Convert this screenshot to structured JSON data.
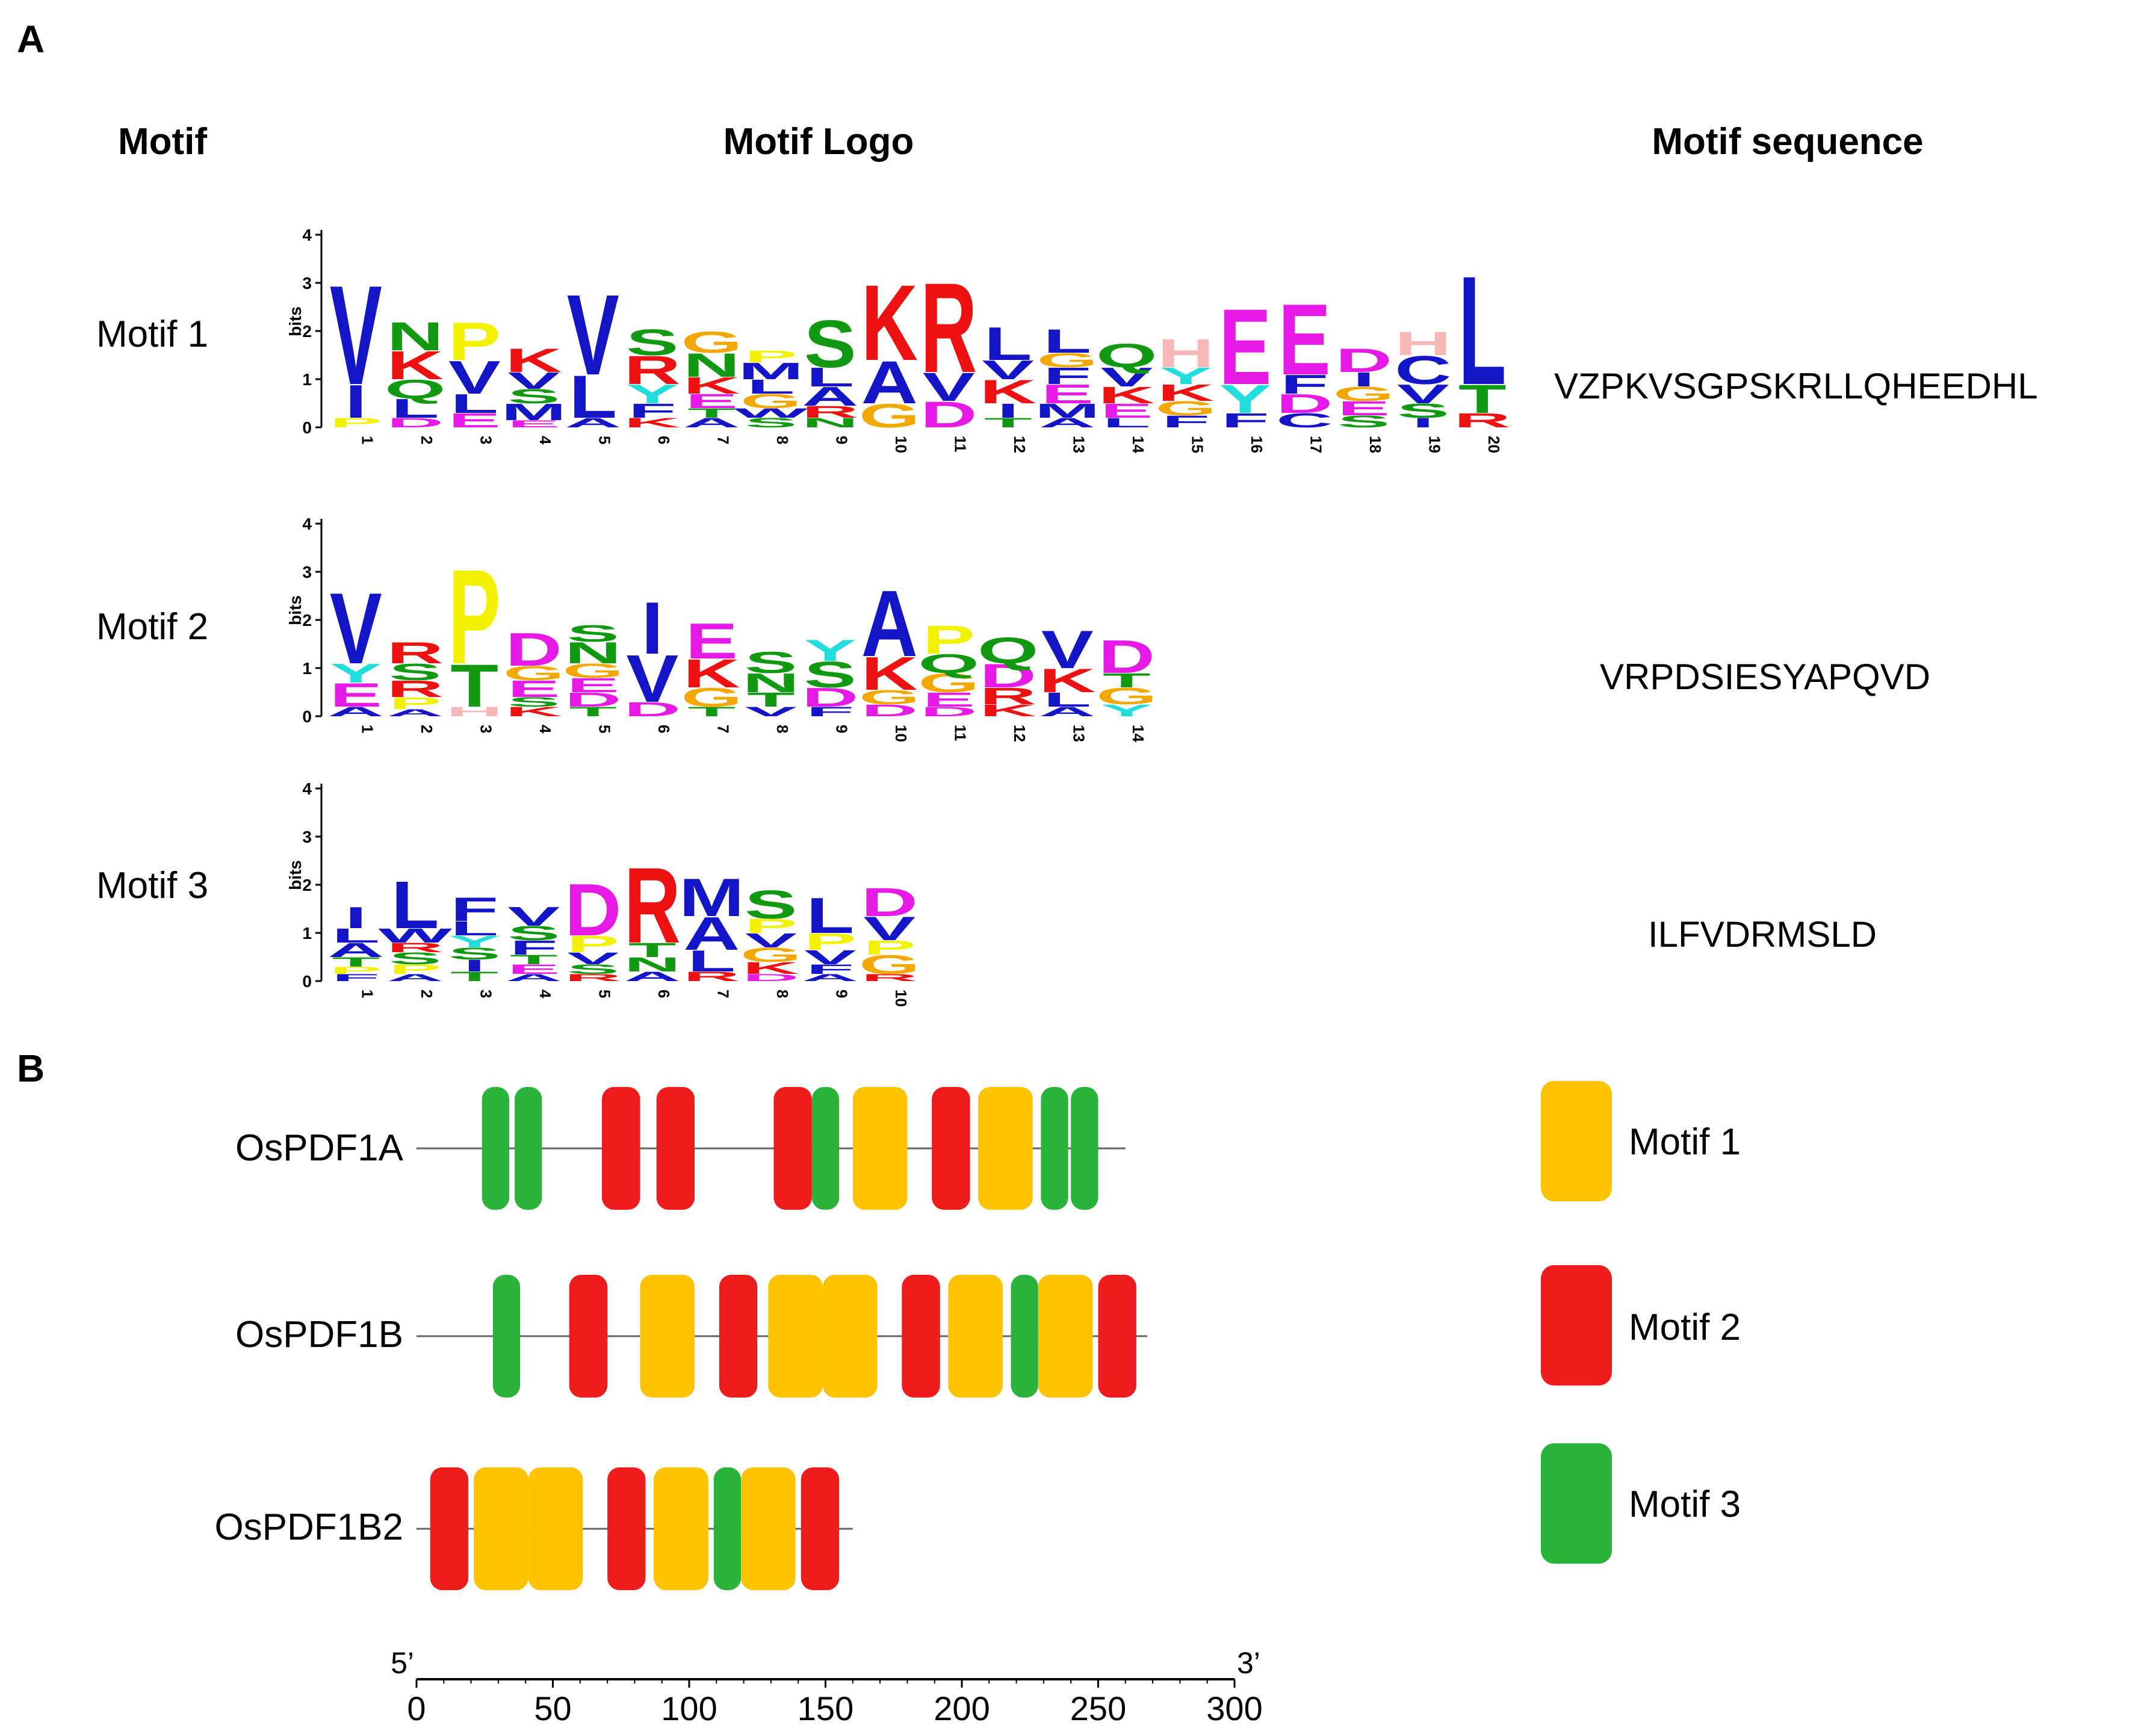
{
  "panel_a_label": "A",
  "panel_b_label": "B",
  "headers": {
    "motif": "Motif",
    "logo": "Motif Logo",
    "sequence": "Motif sequence"
  },
  "logo_axis": {
    "ylabel": "bits",
    "yticks": [
      "0",
      "1",
      "2",
      "3",
      "4"
    ]
  },
  "motifs": [
    {
      "name": "Motif 1",
      "sequence": "VZPKVSGPSKRLLQHEEDHL",
      "positions": [
        "1",
        "2",
        "3",
        "4",
        "5",
        "6",
        "7",
        "8",
        "9",
        "10",
        "11",
        "12",
        "13",
        "14",
        "15",
        "16",
        "17",
        "18",
        "19",
        "20"
      ],
      "columns": [
        [
          [
            "P",
            0.2
          ],
          [
            "I",
            0.7
          ],
          [
            "V",
            2.1
          ]
        ],
        [
          [
            "D",
            0.2
          ],
          [
            "L",
            0.4
          ],
          [
            "Q",
            0.4
          ],
          [
            "K",
            0.6
          ],
          [
            "N",
            0.6
          ]
        ],
        [
          [
            "E",
            0.3
          ],
          [
            "L",
            0.4
          ],
          [
            "V",
            0.7
          ],
          [
            "P",
            0.8
          ]
        ],
        [
          [
            "E",
            0.15
          ],
          [
            "M",
            0.35
          ],
          [
            "S",
            0.3
          ],
          [
            "V",
            0.35
          ],
          [
            "K",
            0.5
          ]
        ],
        [
          [
            "A",
            0.2
          ],
          [
            "L",
            0.9
          ],
          [
            "V",
            1.7
          ]
        ],
        [
          [
            "K",
            0.2
          ],
          [
            "F",
            0.3
          ],
          [
            "Y",
            0.4
          ],
          [
            "R",
            0.6
          ],
          [
            "S",
            0.55
          ]
        ],
        [
          [
            "A",
            0.2
          ],
          [
            "T",
            0.2
          ],
          [
            "E",
            0.3
          ],
          [
            "K",
            0.35
          ],
          [
            "N",
            0.5
          ],
          [
            "G",
            0.45
          ]
        ],
        [
          [
            "S",
            0.2
          ],
          [
            "W",
            0.2
          ],
          [
            "G",
            0.3
          ],
          [
            "L",
            0.3
          ],
          [
            "M",
            0.35
          ],
          [
            "P",
            0.25
          ]
        ],
        [
          [
            "N",
            0.2
          ],
          [
            "R",
            0.25
          ],
          [
            "A",
            0.4
          ],
          [
            "L",
            0.4
          ],
          [
            "S",
            1.0
          ]
        ],
        [
          [
            "G",
            0.5
          ],
          [
            "A",
            0.9
          ],
          [
            "K",
            1.6
          ]
        ],
        [
          [
            "D",
            0.55
          ],
          [
            "V",
            0.6
          ],
          [
            "R",
            1.9
          ]
        ],
        [
          [
            "T",
            0.2
          ],
          [
            "I",
            0.3
          ],
          [
            "K",
            0.5
          ],
          [
            "V",
            0.4
          ],
          [
            "L",
            0.7
          ]
        ],
        [
          [
            "A",
            0.2
          ],
          [
            "M",
            0.3
          ],
          [
            "E",
            0.4
          ],
          [
            "F",
            0.35
          ],
          [
            "G",
            0.3
          ],
          [
            "L",
            0.5
          ]
        ],
        [
          [
            "L",
            0.2
          ],
          [
            "E",
            0.3
          ],
          [
            "K",
            0.35
          ],
          [
            "V",
            0.4
          ],
          [
            "Q",
            0.5
          ]
        ],
        [
          [
            "F",
            0.25
          ],
          [
            "G",
            0.3
          ],
          [
            "K",
            0.35
          ],
          [
            "Y",
            0.35
          ],
          [
            "H",
            0.6
          ]
        ],
        [
          [
            "F",
            0.3
          ],
          [
            "Y",
            0.6
          ],
          [
            "E",
            1.6
          ]
        ],
        [
          [
            "C",
            0.3
          ],
          [
            "D",
            0.4
          ],
          [
            "F",
            0.4
          ],
          [
            "E",
            1.5
          ]
        ],
        [
          [
            "S",
            0.25
          ],
          [
            "E",
            0.3
          ],
          [
            "G",
            0.3
          ],
          [
            "I",
            0.3
          ],
          [
            "D",
            0.5
          ]
        ],
        [
          [
            "I",
            0.2
          ],
          [
            "S",
            0.3
          ],
          [
            "V",
            0.4
          ],
          [
            "C",
            0.6
          ],
          [
            "H",
            0.5
          ]
        ],
        [
          [
            "R",
            0.3
          ],
          [
            "T",
            0.6
          ],
          [
            "L",
            2.3
          ]
        ]
      ]
    },
    {
      "name": "Motif 2",
      "sequence": "VRPDSIESYAPQVD",
      "positions": [
        "1",
        "2",
        "3",
        "4",
        "5",
        "6",
        "7",
        "8",
        "9",
        "10",
        "11",
        "12",
        "13",
        "14"
      ],
      "columns": [
        [
          [
            "A",
            0.2
          ],
          [
            "E",
            0.5
          ],
          [
            "Y",
            0.4
          ],
          [
            "V",
            1.5
          ]
        ],
        [
          [
            "A",
            0.15
          ],
          [
            "P",
            0.25
          ],
          [
            "R",
            0.35
          ],
          [
            "S",
            0.35
          ],
          [
            "R",
            0.45
          ]
        ],
        [
          [
            "H",
            0.2
          ],
          [
            "T",
            0.9
          ],
          [
            "P",
            2.0
          ]
        ],
        [
          [
            "K",
            0.2
          ],
          [
            "S",
            0.2
          ],
          [
            "E",
            0.35
          ],
          [
            "G",
            0.3
          ],
          [
            "D",
            0.7
          ]
        ],
        [
          [
            "T",
            0.2
          ],
          [
            "D",
            0.3
          ],
          [
            "E",
            0.3
          ],
          [
            "G",
            0.3
          ],
          [
            "N",
            0.45
          ],
          [
            "S",
            0.35
          ]
        ],
        [
          [
            "D",
            0.3
          ],
          [
            "V",
            1.0
          ],
          [
            "I",
            1.1
          ]
        ],
        [
          [
            "T",
            0.2
          ],
          [
            "G",
            0.4
          ],
          [
            "K",
            0.6
          ],
          [
            "E",
            0.75
          ]
        ],
        [
          [
            "V",
            0.2
          ],
          [
            "T",
            0.3
          ],
          [
            "N",
            0.4
          ],
          [
            "S",
            0.45
          ]
        ],
        [
          [
            "F",
            0.2
          ],
          [
            "D",
            0.4
          ],
          [
            "S",
            0.55
          ],
          [
            "Y",
            0.45
          ]
        ],
        [
          [
            "D",
            0.25
          ],
          [
            "G",
            0.3
          ],
          [
            "K",
            0.7
          ],
          [
            "A",
            1.4
          ]
        ],
        [
          [
            "D",
            0.2
          ],
          [
            "E",
            0.3
          ],
          [
            "G",
            0.4
          ],
          [
            "Q",
            0.4
          ],
          [
            "P",
            0.6
          ]
        ],
        [
          [
            "K",
            0.25
          ],
          [
            "R",
            0.35
          ],
          [
            "D",
            0.5
          ],
          [
            "Q",
            0.55
          ]
        ],
        [
          [
            "A",
            0.2
          ],
          [
            "L",
            0.3
          ],
          [
            "K",
            0.5
          ],
          [
            "V",
            0.8
          ]
        ],
        [
          [
            "Y",
            0.25
          ],
          [
            "G",
            0.35
          ],
          [
            "T",
            0.3
          ],
          [
            "D",
            0.7
          ]
        ]
      ]
    },
    {
      "name": "Motif 3",
      "sequence": "ILFVDRMSLD",
      "positions": [
        "1",
        "2",
        "3",
        "4",
        "5",
        "6",
        "7",
        "8",
        "9",
        "10"
      ],
      "columns": [
        [
          [
            "F",
            0.15
          ],
          [
            "P",
            0.15
          ],
          [
            "T",
            0.2
          ],
          [
            "A",
            0.3
          ],
          [
            "L",
            0.3
          ],
          [
            "I",
            0.45
          ]
        ],
        [
          [
            "A",
            0.15
          ],
          [
            "P",
            0.2
          ],
          [
            "S",
            0.25
          ],
          [
            "R",
            0.2
          ],
          [
            "W",
            0.3
          ],
          [
            "L",
            1.0
          ]
        ],
        [
          [
            "T",
            0.2
          ],
          [
            "I",
            0.25
          ],
          [
            "S",
            0.25
          ],
          [
            "Y",
            0.25
          ],
          [
            "L",
            0.3
          ],
          [
            "F",
            0.5
          ]
        ],
        [
          [
            "A",
            0.15
          ],
          [
            "E",
            0.2
          ],
          [
            "T",
            0.2
          ],
          [
            "F",
            0.3
          ],
          [
            "S",
            0.3
          ],
          [
            "V",
            0.4
          ]
        ],
        [
          [
            "R",
            0.15
          ],
          [
            "S",
            0.2
          ],
          [
            "V",
            0.25
          ],
          [
            "P",
            0.35
          ],
          [
            "D",
            1.1
          ]
        ],
        [
          [
            "A",
            0.2
          ],
          [
            "N",
            0.3
          ],
          [
            "T",
            0.3
          ],
          [
            "R",
            1.6
          ]
        ],
        [
          [
            "R",
            0.2
          ],
          [
            "L",
            0.45
          ],
          [
            "A",
            0.7
          ],
          [
            "M",
            0.8
          ]
        ],
        [
          [
            "D",
            0.15
          ],
          [
            "K",
            0.25
          ],
          [
            "G",
            0.3
          ],
          [
            "V",
            0.3
          ],
          [
            "P",
            0.3
          ],
          [
            "S",
            0.6
          ]
        ],
        [
          [
            "A",
            0.15
          ],
          [
            "F",
            0.2
          ],
          [
            "V",
            0.3
          ],
          [
            "P",
            0.35
          ],
          [
            "L",
            0.75
          ]
        ],
        [
          [
            "R",
            0.15
          ],
          [
            "G",
            0.4
          ],
          [
            "P",
            0.3
          ],
          [
            "V",
            0.5
          ],
          [
            "D",
            0.6
          ]
        ]
      ]
    }
  ],
  "colors": {
    "residues": {
      "A": "#1515c8",
      "I": "#1515c8",
      "L": "#1515c8",
      "M": "#1515c8",
      "V": "#1515c8",
      "W": "#1515c8",
      "F": "#1515c8",
      "C": "#1515c8",
      "K": "#ee1111",
      "R": "#ee1111",
      "H": "#f7b8b8",
      "D": "#e619e6",
      "E": "#e619e6",
      "N": "#119911",
      "Q": "#119911",
      "S": "#119911",
      "T": "#119911",
      "G": "#f2a800",
      "P": "#f2f200",
      "Y": "#22dddd"
    },
    "motif_1": "#fdc300",
    "motif_2": "#ee1c1c",
    "motif_3": "#2ab33a"
  },
  "genes": [
    {
      "name": "OsPDF1A",
      "length": 260,
      "blocks": [
        {
          "motif": 3,
          "start": 24,
          "end": 33
        },
        {
          "motif": 3,
          "start": 36,
          "end": 45
        },
        {
          "motif": 2,
          "start": 68,
          "end": 81
        },
        {
          "motif": 2,
          "start": 88,
          "end": 101
        },
        {
          "motif": 2,
          "start": 131,
          "end": 144
        },
        {
          "motif": 3,
          "start": 145,
          "end": 154
        },
        {
          "motif": 1,
          "start": 160,
          "end": 179
        },
        {
          "motif": 2,
          "start": 189,
          "end": 202
        },
        {
          "motif": 1,
          "start": 206,
          "end": 225
        },
        {
          "motif": 3,
          "start": 229,
          "end": 238
        },
        {
          "motif": 3,
          "start": 240,
          "end": 249
        }
      ]
    },
    {
      "name": "OsPDF1B",
      "length": 268,
      "blocks": [
        {
          "motif": 3,
          "start": 28,
          "end": 37
        },
        {
          "motif": 2,
          "start": 56,
          "end": 69
        },
        {
          "motif": 1,
          "start": 82,
          "end": 101
        },
        {
          "motif": 2,
          "start": 111,
          "end": 124
        },
        {
          "motif": 1,
          "start": 129,
          "end": 148
        },
        {
          "motif": 1,
          "start": 149,
          "end": 168
        },
        {
          "motif": 2,
          "start": 178,
          "end": 191
        },
        {
          "motif": 1,
          "start": 195,
          "end": 214
        },
        {
          "motif": 3,
          "start": 218,
          "end": 227
        },
        {
          "motif": 1,
          "start": 228,
          "end": 247
        },
        {
          "motif": 2,
          "start": 250,
          "end": 263
        }
      ]
    },
    {
      "name": "OsPDF1B2",
      "length": 160,
      "blocks": [
        {
          "motif": 2,
          "start": 5,
          "end": 18
        },
        {
          "motif": 1,
          "start": 21,
          "end": 40
        },
        {
          "motif": 1,
          "start": 41,
          "end": 60
        },
        {
          "motif": 2,
          "start": 70,
          "end": 83
        },
        {
          "motif": 1,
          "start": 87,
          "end": 106
        },
        {
          "motif": 3,
          "start": 109,
          "end": 118
        },
        {
          "motif": 1,
          "start": 119,
          "end": 138
        },
        {
          "motif": 2,
          "start": 141,
          "end": 154
        }
      ]
    }
  ],
  "legend": [
    "Motif 1",
    "Motif 2",
    "Motif 3"
  ],
  "scale": {
    "ticks": [
      "0",
      "50",
      "100",
      "150",
      "200",
      "250",
      "300"
    ],
    "max": 300,
    "five_prime": "5’",
    "three_prime": "3’"
  }
}
